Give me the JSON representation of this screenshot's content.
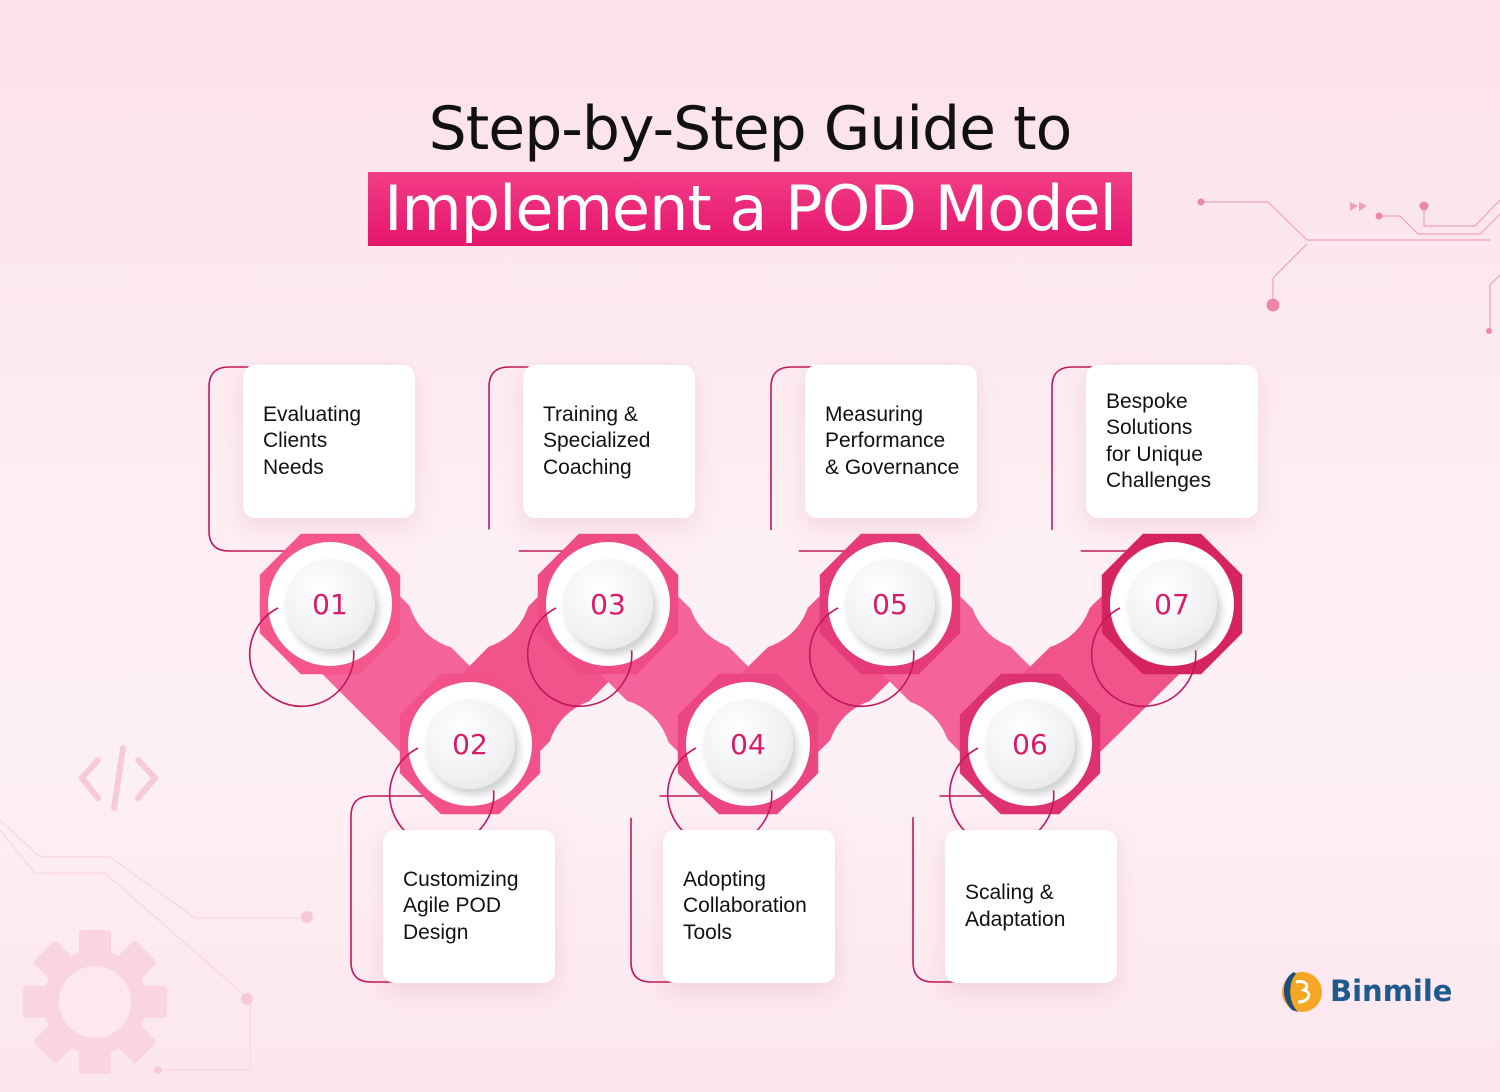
{
  "title": {
    "line1": "Step-by-Step Guide to",
    "line2": "Implement a POD Model"
  },
  "colors": {
    "accent": "#e5146c",
    "band_light": "#f5528a",
    "band_dark": "#d91f5e",
    "number_text": "#d81b6a",
    "outline": "#c2185b",
    "logo_blue": "#1e5a8c",
    "logo_orange": "#f5a623"
  },
  "steps": [
    {
      "number": "01",
      "label": "Evaluating\nClients\nNeeds",
      "position": "top"
    },
    {
      "number": "02",
      "label": "Customizing\nAgile POD\nDesign",
      "position": "bottom"
    },
    {
      "number": "03",
      "label": "Training &\nSpecialized\nCoaching",
      "position": "top"
    },
    {
      "number": "04",
      "label": "Adopting\nCollaboration\nTools",
      "position": "bottom"
    },
    {
      "number": "05",
      "label": "Measuring\nPerformance\n& Governance",
      "position": "top"
    },
    {
      "number": "06",
      "label": "Scaling &\nAdaptation",
      "position": "bottom"
    },
    {
      "number": "07",
      "label": "Bespoke\nSolutions\nfor Unique\nChallenges",
      "position": "top"
    }
  ],
  "decorations": {
    "code_icon": "code-icon",
    "gear_icon": "gear-icon",
    "circuit_icon": "circuit-lines-icon",
    "play_icon": "fast-forward-icon"
  },
  "logo": {
    "name": "Binmile",
    "icon": "binmile-logo-icon"
  }
}
